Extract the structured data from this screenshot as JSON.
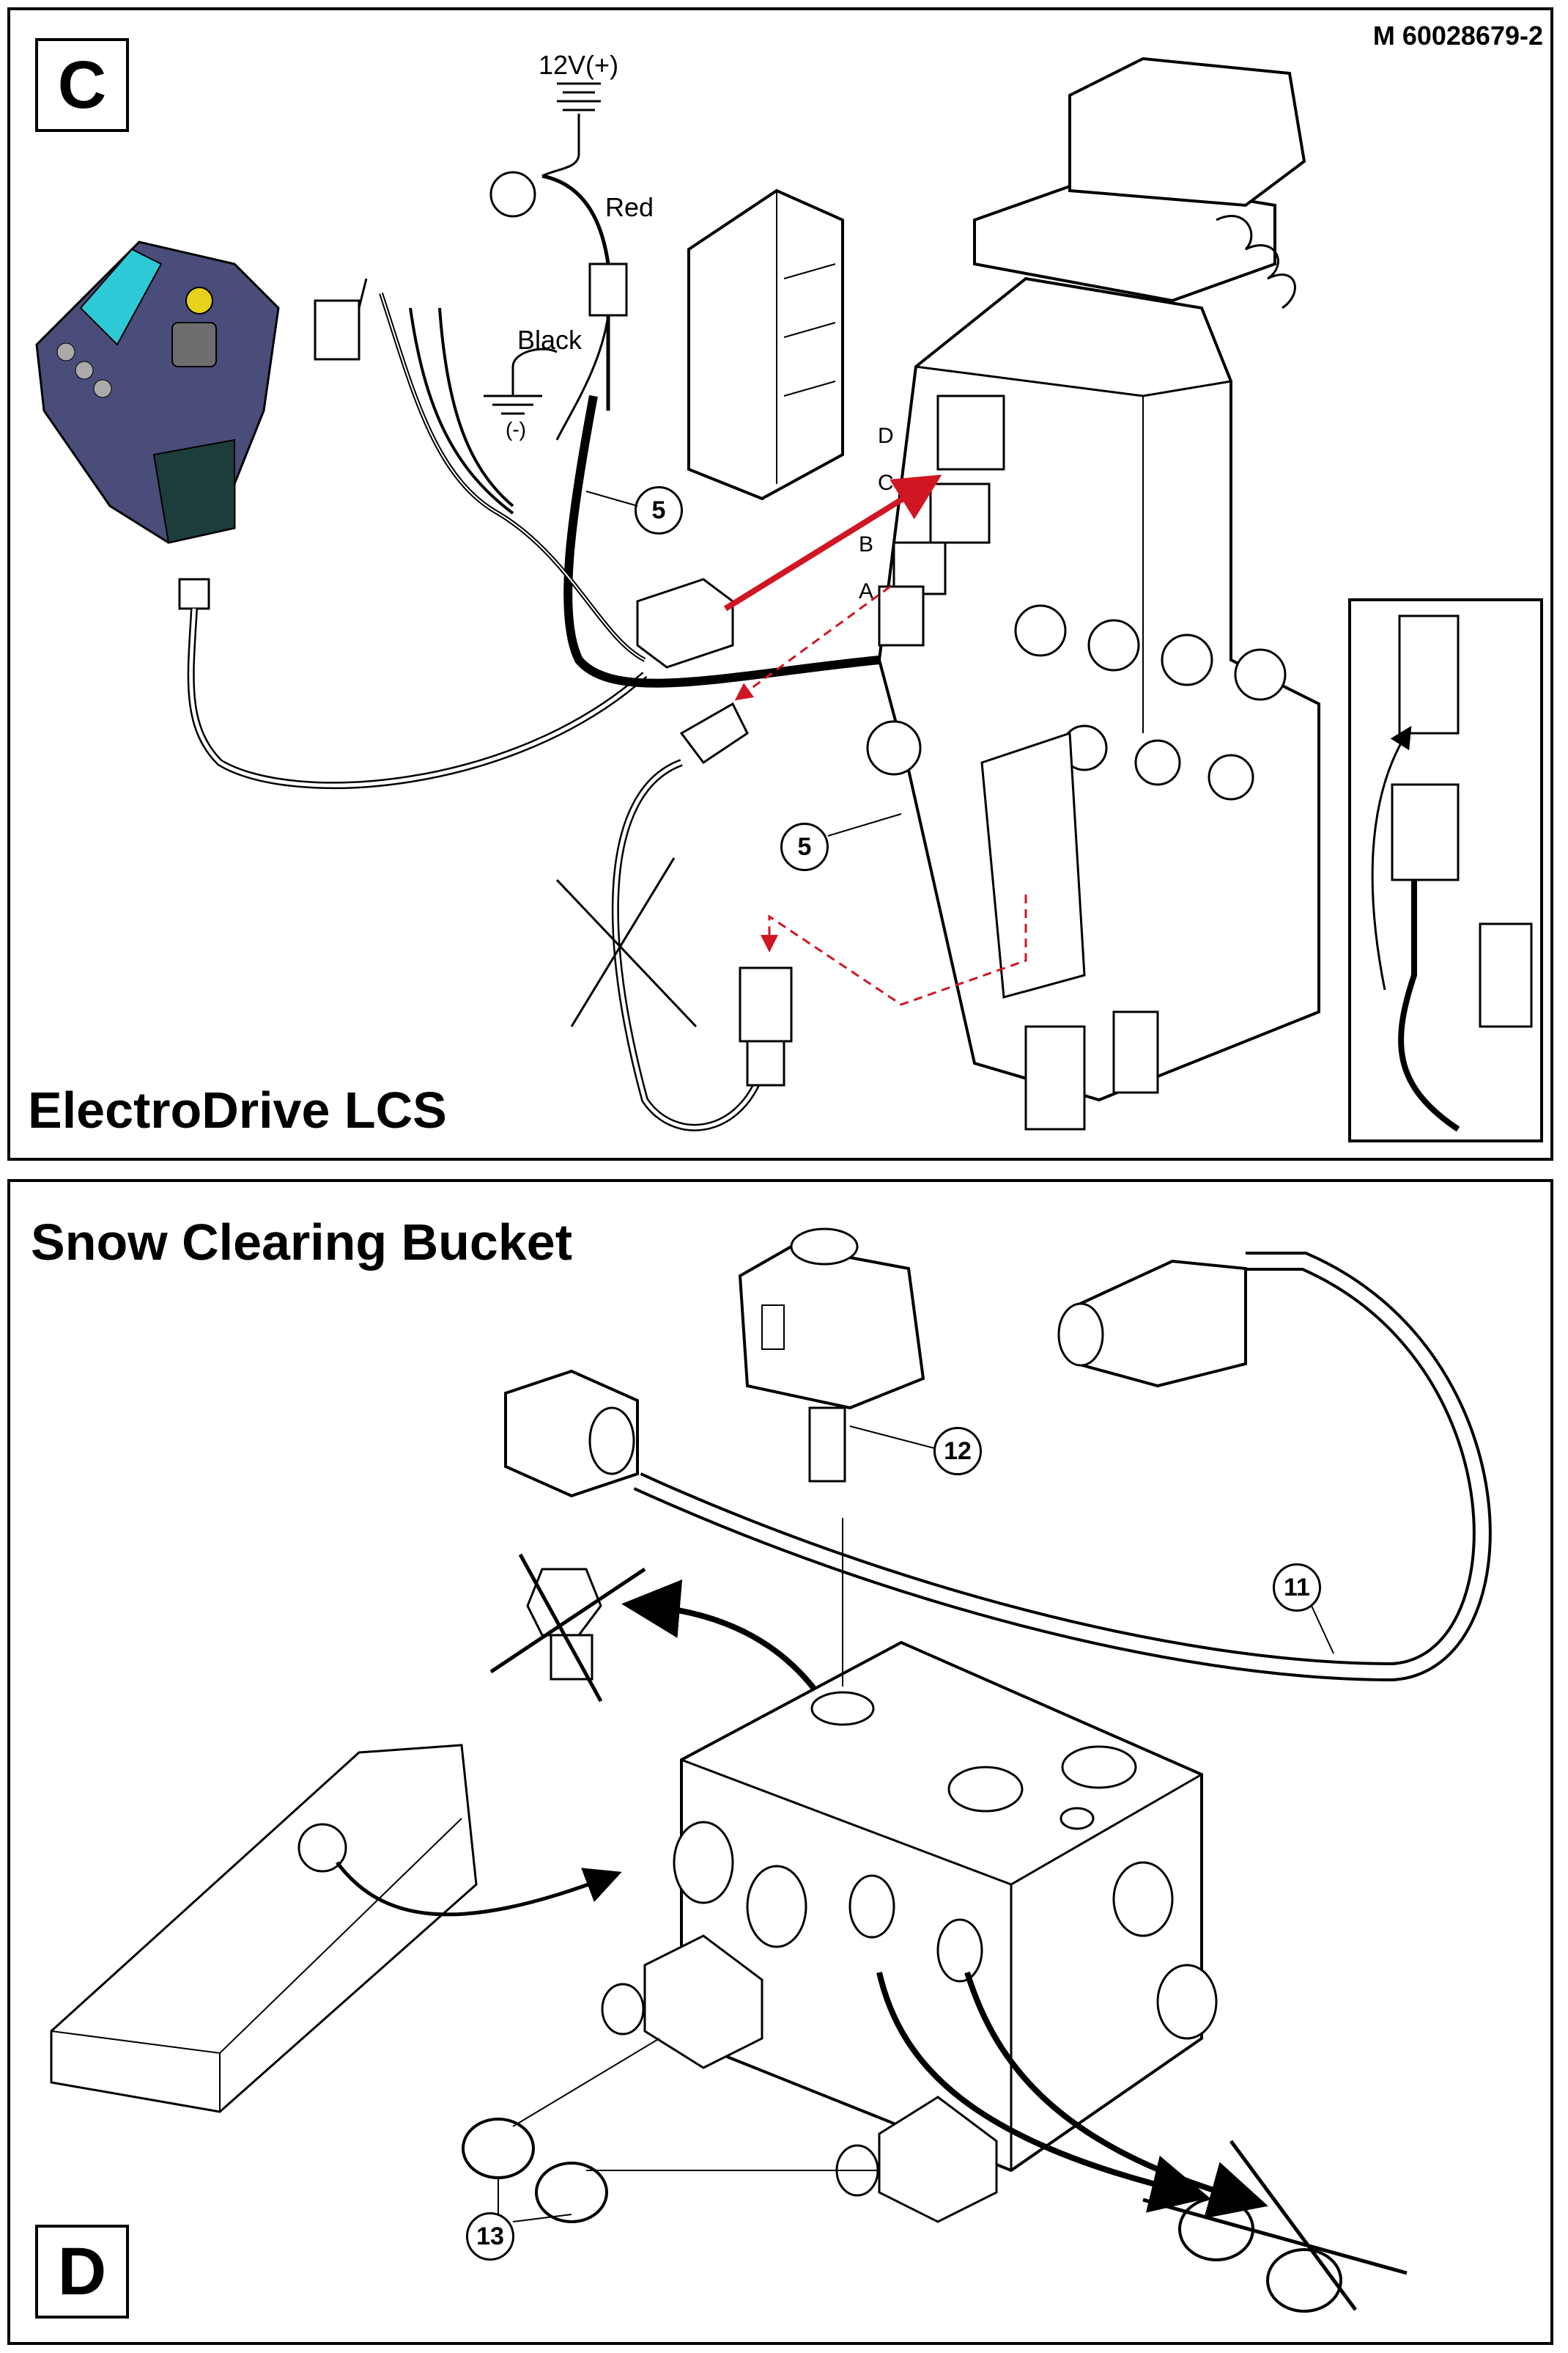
{
  "document_id": "M 60028679-2",
  "panel_c": {
    "letter": "C",
    "title": "ElectroDrive LCS",
    "labels": {
      "voltage": "12V(+)",
      "ground": "(-)",
      "red": "Red",
      "black": "Black"
    },
    "ports": [
      "D",
      "C",
      "B",
      "A"
    ],
    "callouts": [
      "5",
      "5"
    ]
  },
  "panel_d": {
    "letter": "D",
    "title": "Snow Clearing Bucket",
    "callouts": [
      "12",
      "11",
      "13"
    ]
  },
  "colors": {
    "line": "#000000",
    "accent_red": "#d01622",
    "display": "#2ec9d6",
    "handle_body": "#4a4d7a",
    "knob": "#e6d21a"
  }
}
